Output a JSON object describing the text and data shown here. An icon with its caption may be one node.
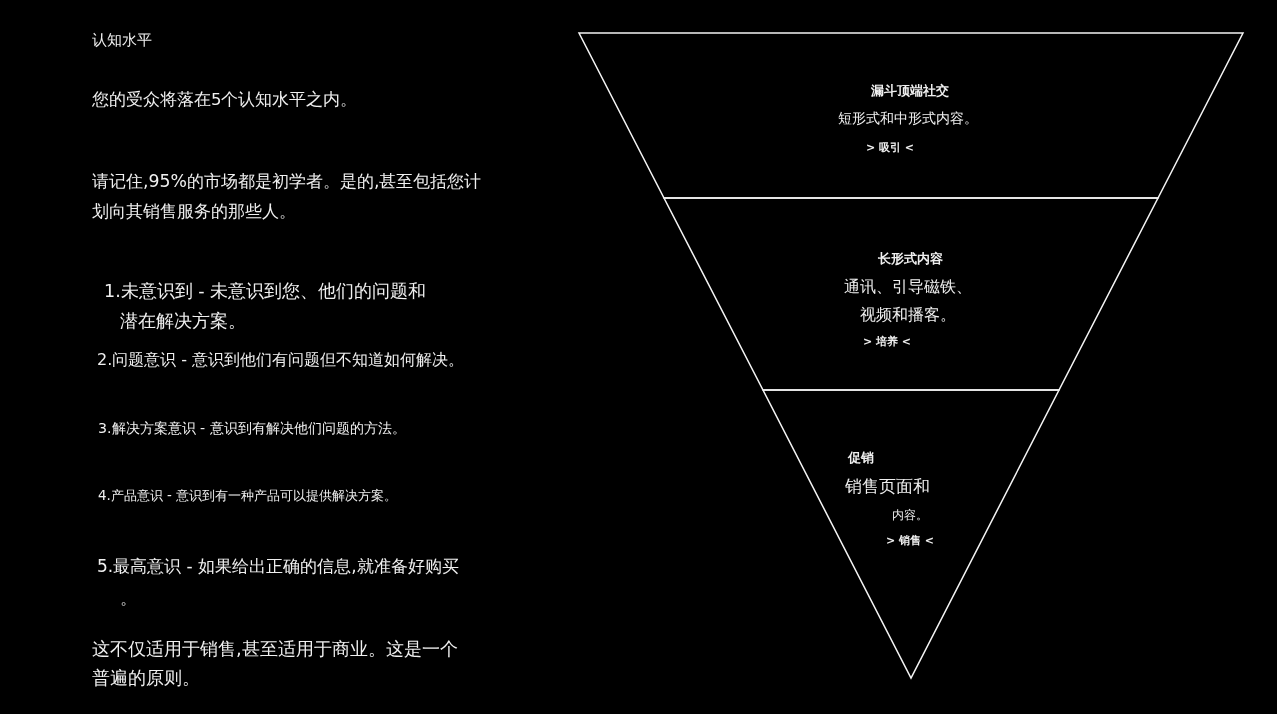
{
  "diagram": {
    "title": "认知水平",
    "nodes": [
      {
        "text": [
          "漏斗顶端社交",
          "短形式和中形式内容。",
          "> 吸引 <"
        ]
      },
      {
        "text": [
          "长形式内容",
          "通讯、引导磁铁、视频和播客。",
          "> 培养 <"
        ]
      },
      {
        "text": [
          "促销",
          "销售页面和",
          "内容。",
          "> 销售 <"
        ]
      }
    ],
    "labels": [
      "您的受众将落在5个认知水平之内。",
      "请记住,95%的市场都是初学者。是的,甚至包括您计划向其销售服务的那些人。",
      "1.未意识到 - 未意识到您、他们的问题和潜在解决方案。",
      "2.问题意识 - 意识到他们有问题但不知道如何解决。",
      "3.解决方案意识 - 意识到有解决他们问题的方法。",
      "4.产品意识 - 意识到有一种产品可以提供解决方案。",
      "5.最高意识 - 如果给出正确的信息,就准备好购买。",
      "这不仅适用于销售,甚至适用于商业。这是一个普遍的原则。"
    ]
  }
}
